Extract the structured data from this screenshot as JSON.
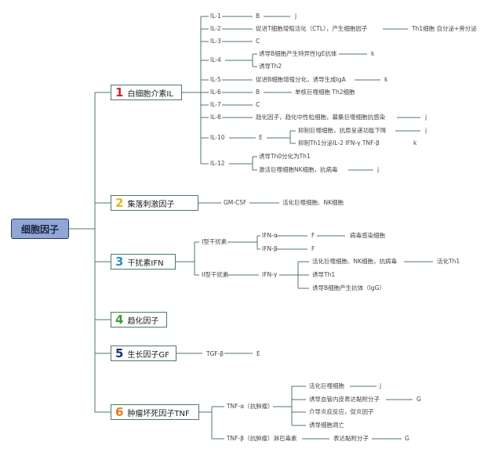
{
  "root": "细胞因子",
  "categories": [
    {
      "num": "1",
      "label": "白细胞介素IL",
      "num_color": "#c8283a"
    },
    {
      "num": "2",
      "label": "集落刺激因子",
      "num_color": "#e6b31e"
    },
    {
      "num": "3",
      "label": "干扰素IFN",
      "num_color": "#2c8fc6"
    },
    {
      "num": "4",
      "label": "趋化因子",
      "num_color": "#3a9a3a"
    },
    {
      "num": "5",
      "label": "生长因子GF",
      "num_color": "#1f2f7a"
    },
    {
      "num": "6",
      "label": "肿瘤坏死因子TNF",
      "num_color": "#e07a1a"
    }
  ],
  "il": [
    {
      "name": "IL-1",
      "a": "B",
      "b": "j"
    },
    {
      "name": "IL-2",
      "a": "促进T细胞增殖活化（CTL），产生细胞因子",
      "b": "Th1细胞 自分泌+旁分泌"
    },
    {
      "name": "IL-3",
      "a": "C"
    },
    {
      "name": "IL-4",
      "a": "诱导B细胞产生特异性IgE抗体",
      "b": "k",
      "c": "诱导Th2"
    },
    {
      "name": "IL-5",
      "a": "促进B细胞增殖分化，诱导生成IgA",
      "b": "k"
    },
    {
      "name": "IL-6",
      "a": "B",
      "b": "单核巨噬细胞 Th2细胞"
    },
    {
      "name": "IL-7",
      "a": "C"
    },
    {
      "name": "IL-8",
      "a": "趋化因子，趋化中性粒细胞，募集巨噬细胞抗感染",
      "b": "j"
    },
    {
      "name": "IL-10",
      "a": "E",
      "sub": [
        {
          "text": "抑制巨噬细胞，抗原呈递功能下降",
          "end": "j"
        },
        {
          "text": "抑制Th1分泌IL-2 IFN-γ TNF-β",
          "end": "k"
        }
      ]
    },
    {
      "name": "IL-12",
      "lines": [
        "诱导Th0分化为Th1",
        "激活巨噬细胞NK细胞，抗病毒"
      ],
      "end": "j"
    }
  ],
  "csf": {
    "name": "GM-CSF",
    "a": "活化巨噬细胞、NK细胞"
  },
  "ifn": {
    "type1": {
      "label": "I型干扰素",
      "items": [
        {
          "name": "IFN-α",
          "a": "F",
          "b": "病毒感染细胞"
        },
        {
          "name": "IFN-β",
          "a": "F"
        }
      ]
    },
    "type2": {
      "label": "II型干扰素",
      "name": "IFN-γ",
      "items": [
        {
          "text": "活化巨噬细胞、NK细胞，抗病毒",
          "end": "活化Th1"
        },
        {
          "text": "诱导Th1"
        },
        {
          "text": "诱导B细胞产生抗体（IgG）"
        }
      ]
    }
  },
  "gf": {
    "name": "TGF-β",
    "a": "E"
  },
  "tnf": {
    "alpha": {
      "name": "TNF-α（抗肿瘤）",
      "items": [
        {
          "text": "活化巨噬细胞",
          "end": "j"
        },
        {
          "text": "诱导血管内皮表达黏附分子",
          "end": "G"
        },
        {
          "text": "介导炎症反应，促炎因子"
        },
        {
          "text": "诱导细胞凋亡"
        }
      ]
    },
    "beta": {
      "name": "TNF-β（抗肿瘤）淋巴毒素",
      "a": "表达黏附分子",
      "b": "G"
    }
  },
  "colors": {
    "line": "#4f7a5c",
    "root_fill": "#8fa6d6",
    "text": "#444444"
  }
}
